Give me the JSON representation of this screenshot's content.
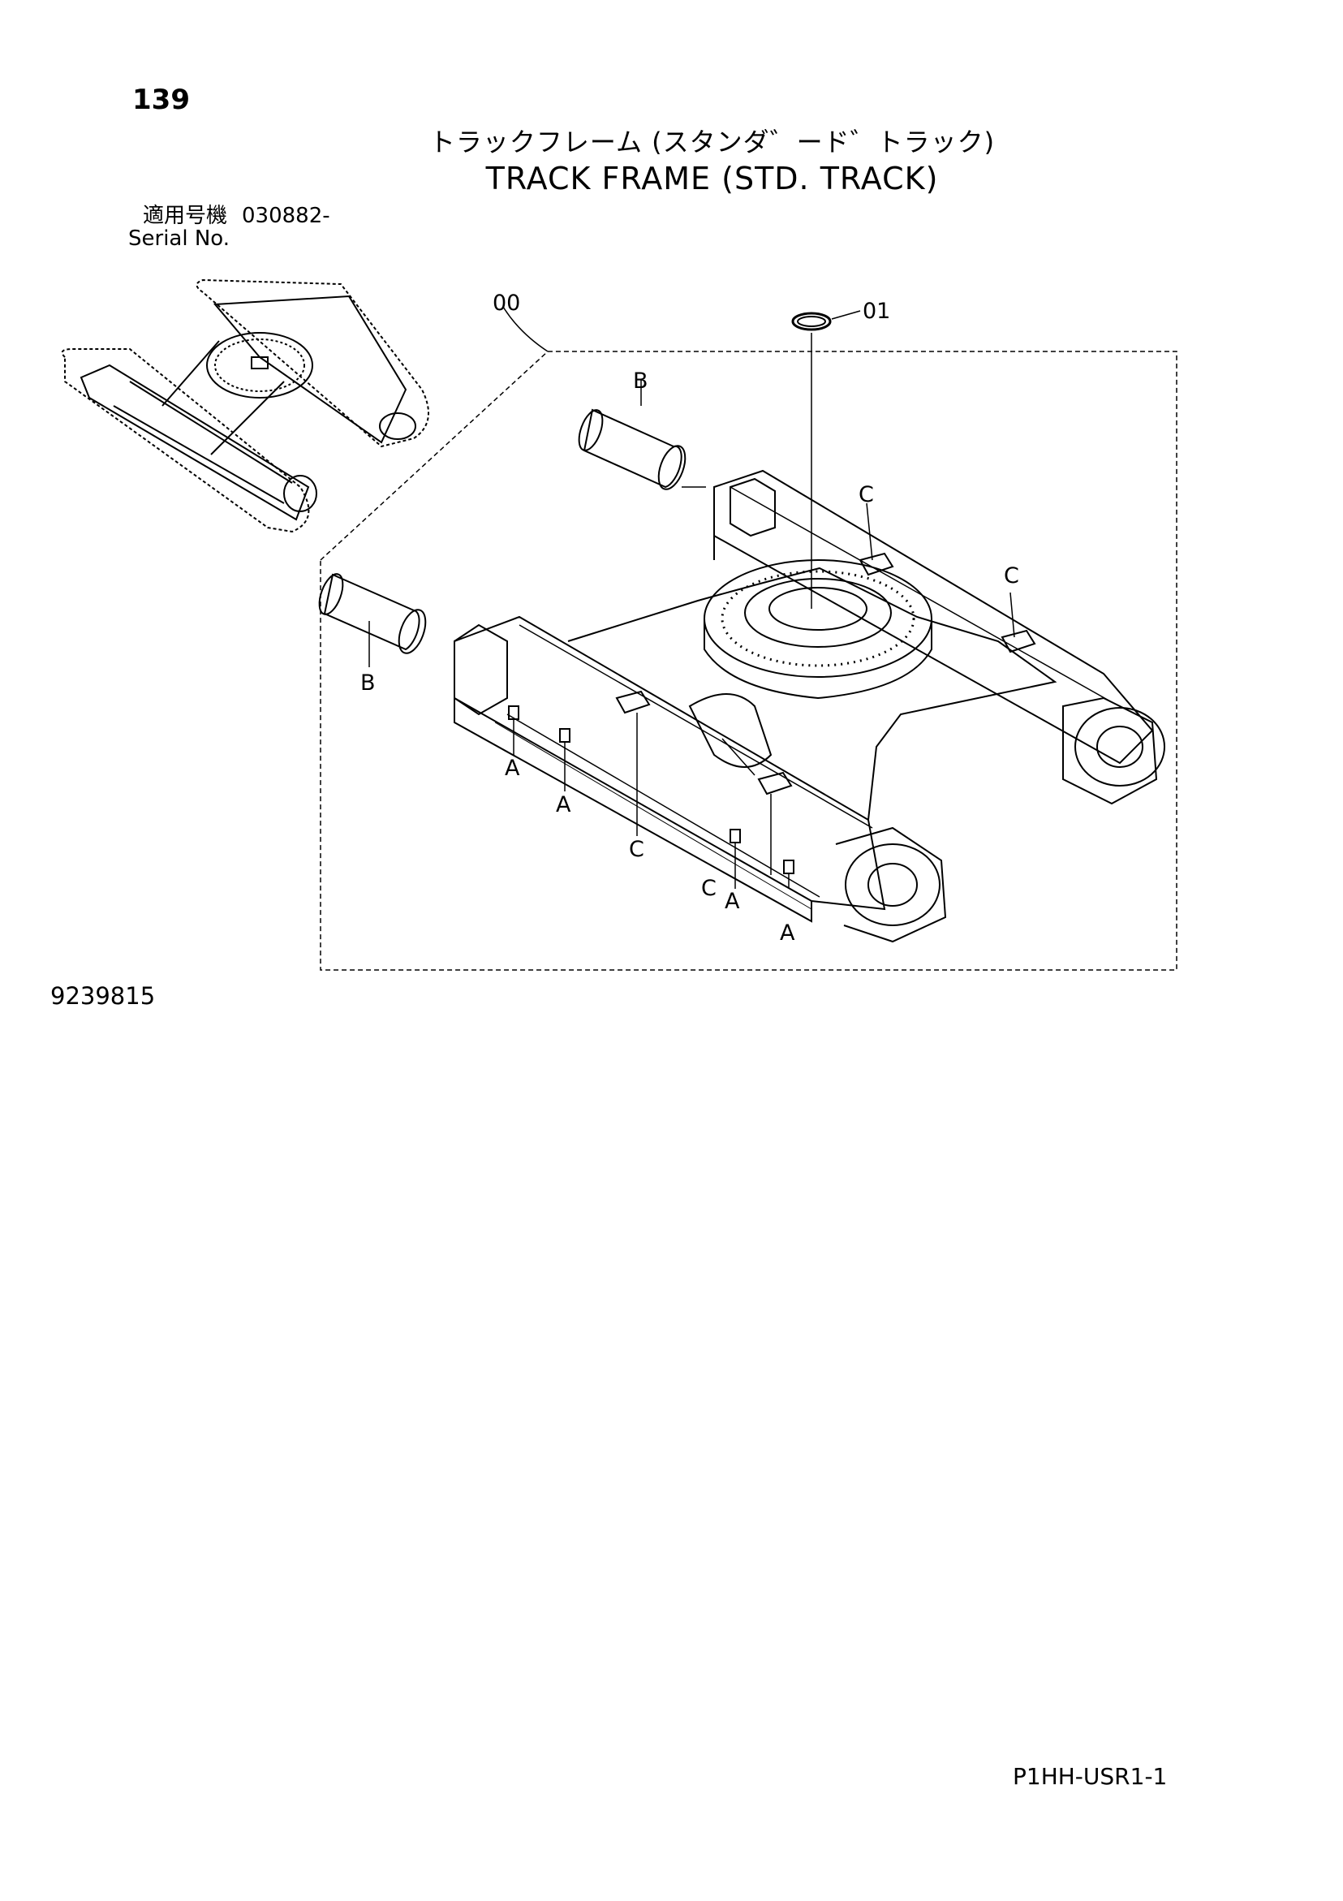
{
  "page_number": "139",
  "title": {
    "japanese": "トラックフレーム (スタンダ゛ード゛トラック)",
    "english": "TRACK FRAME (STD. TRACK)"
  },
  "serial": {
    "label_japanese": "適用号機",
    "value": "030882-",
    "label_english": "Serial No."
  },
  "callouts": {
    "part_00": "00",
    "part_01": "01",
    "label_a": "A",
    "label_b": "B",
    "label_c": "C"
  },
  "document_id": "9239815",
  "footer_code": "P1HH-USR1-1"
}
